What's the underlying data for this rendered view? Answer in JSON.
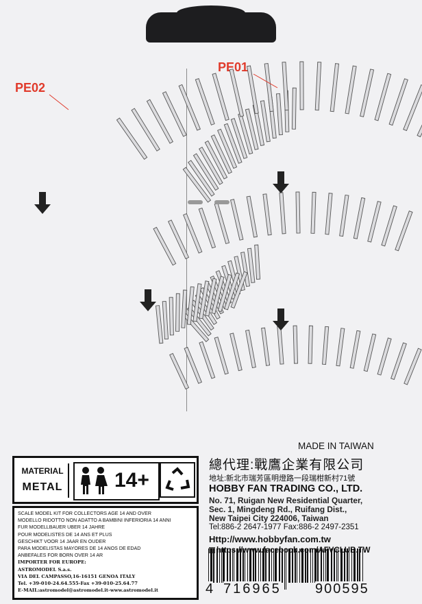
{
  "labels": {
    "pe02": "PE02",
    "pe01": "PE01"
  },
  "material": {
    "label": "MATERIAL",
    "value": "METAL",
    "age": "14+",
    "recycle_icon": "recycle-icon"
  },
  "warnings": [
    "SCALE MODEL KIT FOR COLLECTORS AGE 14 AND OVER",
    "MODELLO RIDOTTO NON ADATTO A BAMBINI INFERIORIA 14 ANNI",
    "FUR MODELLBAUER UBER 14 JAHRE",
    "POUR MODELISTES DE 14 ANS ET PLUS",
    "GESCHIKT VOOR 14 JAAR EN OUDER",
    "PARA MODELISTAS MAYORES DE 14 ANOS DE EDAD",
    "ANBEFALES FOR BORN OVER 14 AR"
  ],
  "importer": [
    "IMPORTER FOR EUROPE:",
    "ASTROMODEL S.a.s.",
    "VIA DEL CAMPASSO,16-16151 GENOA   ITALY",
    "Tel.  +39-010-24.64.555-Fax  +39-010-25.64.77",
    "E-MAIL:astromodel@astromodel.it-www.astromodel.it"
  ],
  "distributor": {
    "made_in": "MADE IN TAIWAN",
    "cn_name": "總代理:戰鷹企業有限公司",
    "cn_address": "地址:新北市瑞芳區明燈路一段瑞柑新村71號",
    "company": "HOBBY FAN TRADING CO., LTD.",
    "address": [
      "No. 71, Ruigan New Residential Quarter,",
      "Sec. 1, Mingdeng Rd., Ruifang Dist.,",
      "New Taipei City 224006, Taiwan"
    ],
    "phone": "Tel:886-2 2647-1977  Fax:886-2 2497-2351",
    "website": "Http://www.hobbyfan.com.tw",
    "facebook": "https://www.facebook.com/AFVCLUB.TW"
  },
  "barcode": {
    "d1": "4",
    "d2": "716965",
    "d3": "900595"
  }
}
